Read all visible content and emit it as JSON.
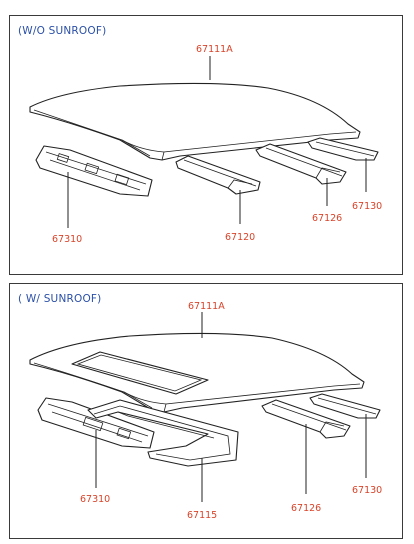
{
  "panels": [
    {
      "title": "(W/O SUNROOF)",
      "parts": {
        "roof_panel": "67111A",
        "front_rail": "67310",
        "bow_front": "67120",
        "bow_mid": "67126",
        "bow_rear": "67130"
      }
    },
    {
      "title": "( W/ SUNROOF)",
      "parts": {
        "roof_panel": "67111A",
        "front_rail": "67310",
        "sunroof_frame": "67115",
        "bow_mid": "67126",
        "bow_rear": "67130"
      }
    }
  ]
}
